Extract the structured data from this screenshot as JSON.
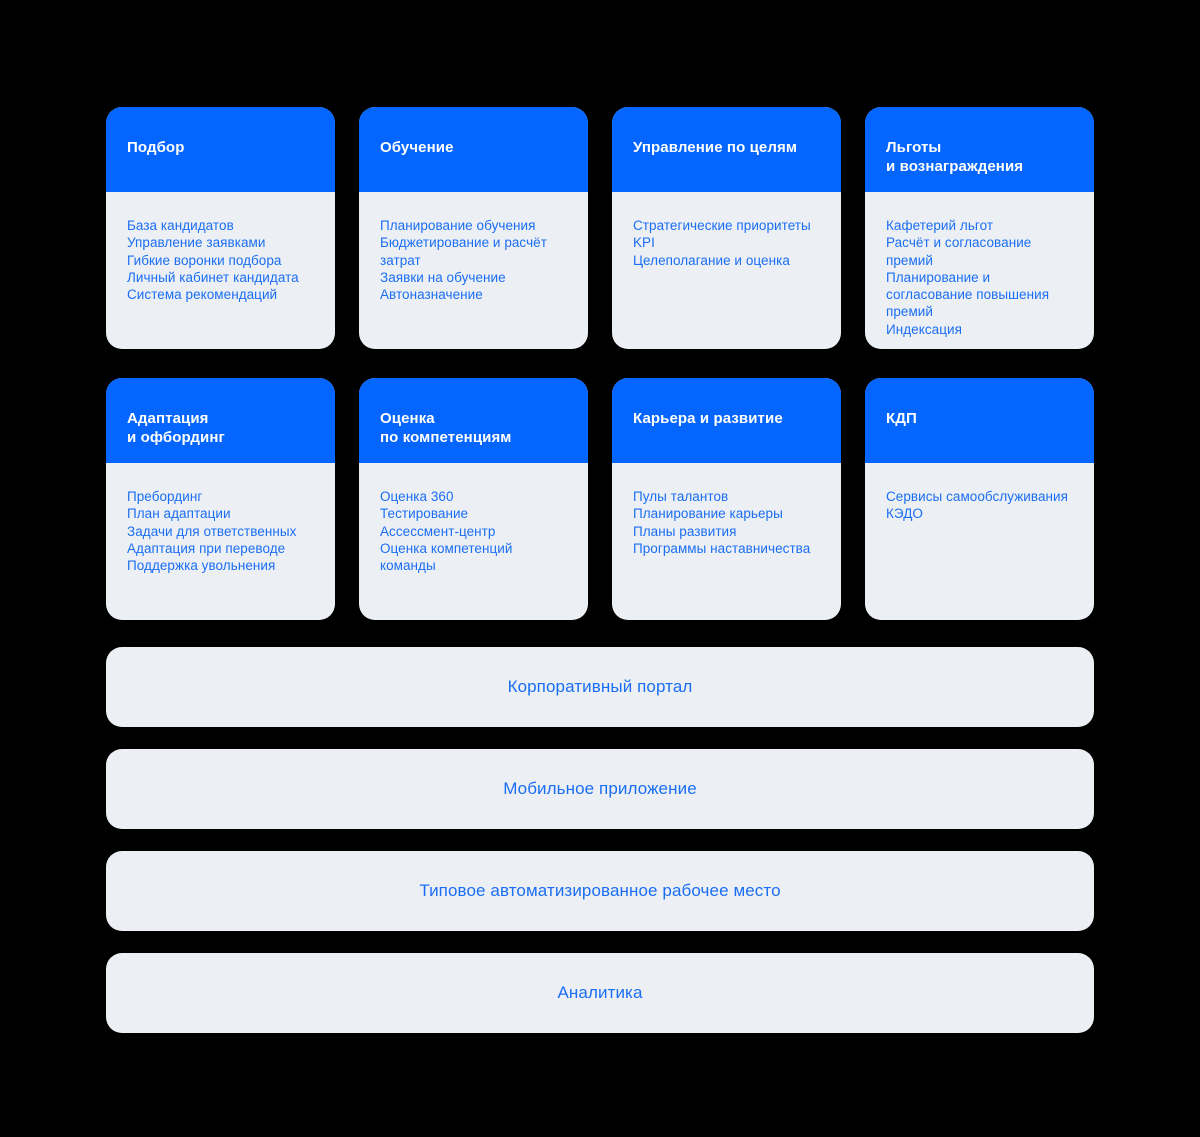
{
  "theme": {
    "background": "#000000",
    "accent_blue": "#0566FF",
    "panel_bg": "#ECF0F4",
    "link_blue": "#1B6EF3",
    "header_text": "#FFFFFF"
  },
  "cards": [
    {
      "title": "Подбор",
      "items": [
        "База кандидатов",
        "Управление заявками",
        "Гибкие воронки подбора",
        "Личный кабинет кандидата",
        "Система рекомендаций"
      ]
    },
    {
      "title": "Обучение",
      "items": [
        "Планирование обучения",
        "Бюджетирование и расчёт затрат",
        "Заявки на обучение",
        "Автоназначение"
      ]
    },
    {
      "title": "Управление по целям",
      "items": [
        "Стратегические приоритеты",
        "KPI",
        "Целеполагание и оценка"
      ]
    },
    {
      "title": "Льготы\nи вознаграждения",
      "items": [
        "Кафетерий льгот",
        "Расчёт и согласование премий",
        "Планирование и согласование повышения премий",
        "Индексация"
      ]
    },
    {
      "title": "Адаптация\nи офбординг",
      "items": [
        "Пребординг",
        "План адаптации",
        "Задачи для ответственных",
        "Адаптация при переводе",
        "Поддержка увольнения"
      ]
    },
    {
      "title": "Оценка\nпо компетенциям",
      "items": [
        "Оценка 360",
        "Тестирование",
        "Ассессмент-центр",
        "Оценка компетенций команды"
      ]
    },
    {
      "title": "Карьера и развитие",
      "items": [
        "Пулы талантов",
        "Планирование карьеры",
        "Планы развития",
        "Программы наставничества"
      ]
    },
    {
      "title": "КДП",
      "items": [
        "Сервисы самообслуживания",
        "КЭДО"
      ]
    }
  ],
  "bars": [
    {
      "label": "Корпоративный портал"
    },
    {
      "label": "Мобильное приложение"
    },
    {
      "label": "Типовое автоматизированное рабочее место"
    },
    {
      "label": "Аналитика"
    }
  ]
}
